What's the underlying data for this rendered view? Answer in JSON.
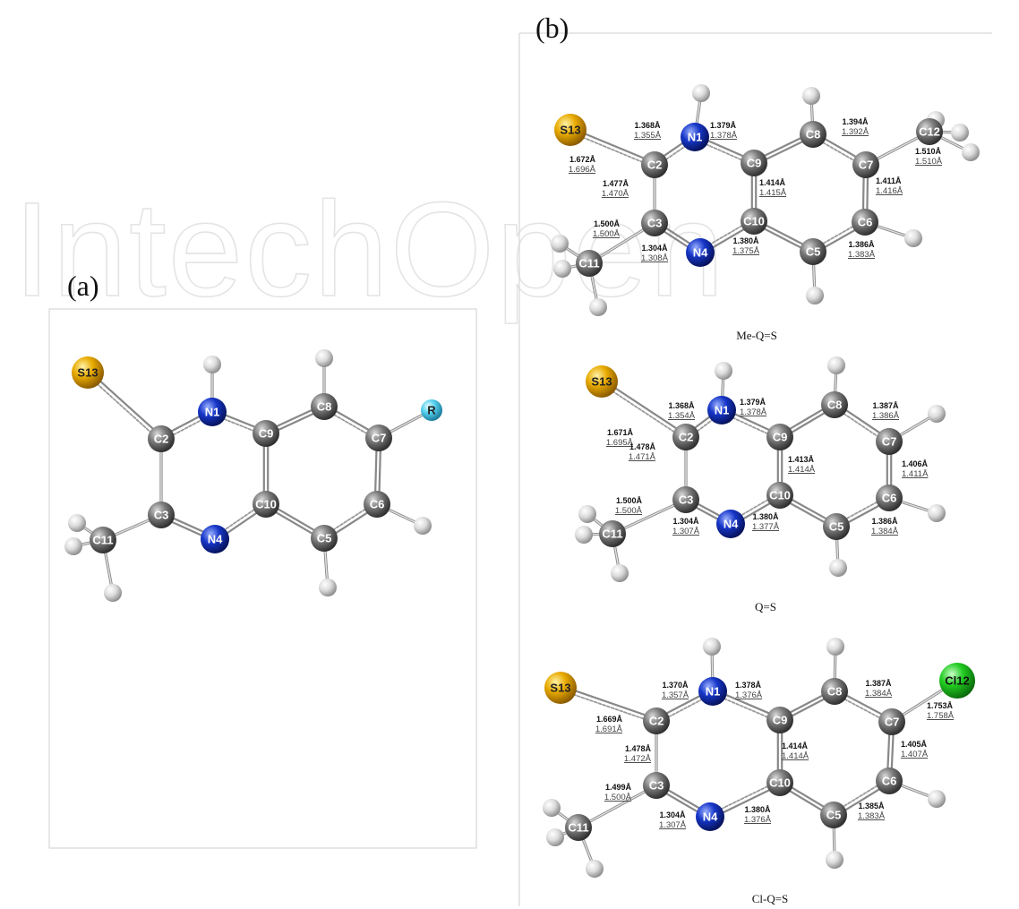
{
  "watermark": "IntechOpen",
  "colors": {
    "carbon": "#6e6e6e",
    "nitrogen": "#1030b0",
    "sulfur": "#e0a400",
    "chlorine": "#22cc22",
    "r_group": "#55d0ee",
    "hydrogen": "#d8d8d8"
  },
  "panels": [
    {
      "id": "a",
      "label": "(a)",
      "caption": "",
      "atoms": [
        {
          "id": "S13",
          "label": "S13",
          "el": "S"
        },
        {
          "id": "N1",
          "label": "N1",
          "el": "N"
        },
        {
          "id": "C8",
          "label": "C8",
          "el": "C"
        },
        {
          "id": "R",
          "label": "R",
          "el": "R"
        },
        {
          "id": "C2",
          "label": "C2",
          "el": "C"
        },
        {
          "id": "C9",
          "label": "C9",
          "el": "C"
        },
        {
          "id": "C7",
          "label": "C7",
          "el": "C"
        },
        {
          "id": "C3",
          "label": "C3",
          "el": "C"
        },
        {
          "id": "C10",
          "label": "C10",
          "el": "C"
        },
        {
          "id": "C6",
          "label": "C6",
          "el": "C"
        },
        {
          "id": "N4",
          "label": "N4",
          "el": "N"
        },
        {
          "id": "C5",
          "label": "C5",
          "el": "C"
        },
        {
          "id": "C11",
          "label": "C11",
          "el": "C"
        },
        {
          "id": "H1",
          "label": "",
          "el": "H"
        },
        {
          "id": "H8",
          "label": "",
          "el": "H"
        },
        {
          "id": "H6",
          "label": "",
          "el": "H"
        },
        {
          "id": "H5",
          "label": "",
          "el": "H"
        },
        {
          "id": "Ha",
          "label": "",
          "el": "H"
        },
        {
          "id": "Hb",
          "label": "",
          "el": "H"
        },
        {
          "id": "Hc",
          "label": "",
          "el": "H"
        }
      ],
      "bonds": [
        [
          "S13",
          "C2",
          "ds"
        ],
        [
          "C2",
          "N1",
          "ds"
        ],
        [
          "N1",
          "C9",
          "ds"
        ],
        [
          "C9",
          "C8",
          "d"
        ],
        [
          "C8",
          "C7",
          "ds"
        ],
        [
          "C7",
          "R",
          "s"
        ],
        [
          "C7",
          "C6",
          "d"
        ],
        [
          "C6",
          "C5",
          "ds"
        ],
        [
          "C5",
          "C10",
          "d"
        ],
        [
          "C10",
          "C9",
          "d"
        ],
        [
          "C10",
          "N4",
          "ds"
        ],
        [
          "N4",
          "C3",
          "d"
        ],
        [
          "C3",
          "C2",
          "s"
        ],
        [
          "C3",
          "C11",
          "s"
        ],
        [
          "N1",
          "H1",
          "s"
        ],
        [
          "C8",
          "H8",
          "s"
        ],
        [
          "C6",
          "H6",
          "s"
        ],
        [
          "C5",
          "H5",
          "s"
        ],
        [
          "C11",
          "Ha",
          "s"
        ],
        [
          "C11",
          "Hb",
          "s"
        ],
        [
          "C11",
          "Hc",
          "s"
        ]
      ],
      "bond_lengths": []
    },
    {
      "id": "b1",
      "label": "(b)",
      "caption": "Me-Q=S",
      "atoms": [
        {
          "id": "S13",
          "label": "S13",
          "el": "S"
        },
        {
          "id": "N1",
          "label": "N1",
          "el": "N"
        },
        {
          "id": "C8",
          "label": "C8",
          "el": "C"
        },
        {
          "id": "C12",
          "label": "C12",
          "el": "C"
        },
        {
          "id": "C2",
          "label": "C2",
          "el": "C"
        },
        {
          "id": "C9",
          "label": "C9",
          "el": "C"
        },
        {
          "id": "C7",
          "label": "C7",
          "el": "C"
        },
        {
          "id": "C3",
          "label": "C3",
          "el": "C"
        },
        {
          "id": "C10",
          "label": "C10",
          "el": "C"
        },
        {
          "id": "C6",
          "label": "C6",
          "el": "C"
        },
        {
          "id": "N4",
          "label": "N4",
          "el": "N"
        },
        {
          "id": "C5",
          "label": "C5",
          "el": "C"
        },
        {
          "id": "C11",
          "label": "C11",
          "el": "C"
        },
        {
          "id": "H1",
          "label": "",
          "el": "H"
        },
        {
          "id": "H8",
          "label": "",
          "el": "H"
        },
        {
          "id": "H6",
          "label": "",
          "el": "H"
        },
        {
          "id": "H5",
          "label": "",
          "el": "H"
        },
        {
          "id": "Ha",
          "label": "",
          "el": "H"
        },
        {
          "id": "Hb",
          "label": "",
          "el": "H"
        },
        {
          "id": "Hc",
          "label": "",
          "el": "H"
        },
        {
          "id": "Hd",
          "label": "",
          "el": "H"
        },
        {
          "id": "He",
          "label": "",
          "el": "H"
        },
        {
          "id": "Hf",
          "label": "",
          "el": "H"
        }
      ],
      "bonds": [
        [
          "S13",
          "C2",
          "ds"
        ],
        [
          "C2",
          "N1",
          "ds"
        ],
        [
          "N1",
          "C9",
          "ds"
        ],
        [
          "C9",
          "C8",
          "d"
        ],
        [
          "C8",
          "C7",
          "ds"
        ],
        [
          "C7",
          "C12",
          "s"
        ],
        [
          "C7",
          "C6",
          "d"
        ],
        [
          "C6",
          "C5",
          "ds"
        ],
        [
          "C5",
          "C10",
          "d"
        ],
        [
          "C10",
          "C9",
          "d"
        ],
        [
          "C10",
          "N4",
          "ds"
        ],
        [
          "N4",
          "C3",
          "d"
        ],
        [
          "C3",
          "C2",
          "s"
        ],
        [
          "C3",
          "C11",
          "s"
        ],
        [
          "N1",
          "H1",
          "s"
        ],
        [
          "C8",
          "H8",
          "s"
        ],
        [
          "C6",
          "H6",
          "s"
        ],
        [
          "C5",
          "H5",
          "s"
        ],
        [
          "C11",
          "Ha",
          "s"
        ],
        [
          "C11",
          "Hb",
          "s"
        ],
        [
          "C11",
          "Hc",
          "s"
        ],
        [
          "C12",
          "Hd",
          "s"
        ],
        [
          "C12",
          "He",
          "s"
        ],
        [
          "C12",
          "Hf",
          "s"
        ]
      ],
      "bond_lengths": [
        {
          "bond": "C2-N1",
          "calc": "1.368Å",
          "exp": "1.355Å"
        },
        {
          "bond": "N1-C9",
          "calc": "1.379Å",
          "exp": "1.378Å"
        },
        {
          "bond": "C8-C7",
          "calc": "1.394Å",
          "exp": "1.392Å"
        },
        {
          "bond": "S13-C2",
          "calc": "1.672Å",
          "exp": "1.696Å"
        },
        {
          "bond": "C7-C12",
          "calc": "1.510Å",
          "exp": "1.510Å"
        },
        {
          "bond": "C2-C3",
          "calc": "1.477Å",
          "exp": "1.470Å"
        },
        {
          "bond": "C9-C10",
          "calc": "1.414Å",
          "exp": "1.415Å"
        },
        {
          "bond": "C7-C6",
          "calc": "1.411Å",
          "exp": "1.416Å"
        },
        {
          "bond": "C3-C11",
          "calc": "1.500Å",
          "exp": "1.500Å"
        },
        {
          "bond": "C3-N4",
          "calc": "1.304Å",
          "exp": "1.308Å"
        },
        {
          "bond": "N4-C10",
          "calc": "1.380Å",
          "exp": "1.375Å"
        },
        {
          "bond": "C6-C5",
          "calc": "1.386Å",
          "exp": "1.383Å"
        }
      ]
    },
    {
      "id": "b2",
      "label": "",
      "caption": "Q=S",
      "atoms": [
        {
          "id": "S13",
          "label": "S13",
          "el": "S"
        },
        {
          "id": "N1",
          "label": "N1",
          "el": "N"
        },
        {
          "id": "C8",
          "label": "C8",
          "el": "C"
        },
        {
          "id": "C2",
          "label": "C2",
          "el": "C"
        },
        {
          "id": "C9",
          "label": "C9",
          "el": "C"
        },
        {
          "id": "C7",
          "label": "C7",
          "el": "C"
        },
        {
          "id": "C3",
          "label": "C3",
          "el": "C"
        },
        {
          "id": "C10",
          "label": "C10",
          "el": "C"
        },
        {
          "id": "C6",
          "label": "C6",
          "el": "C"
        },
        {
          "id": "N4",
          "label": "N4",
          "el": "N"
        },
        {
          "id": "C5",
          "label": "C5",
          "el": "C"
        },
        {
          "id": "C11",
          "label": "C11",
          "el": "C"
        },
        {
          "id": "H1",
          "label": "",
          "el": "H"
        },
        {
          "id": "H8",
          "label": "",
          "el": "H"
        },
        {
          "id": "H7",
          "label": "",
          "el": "H"
        },
        {
          "id": "H6",
          "label": "",
          "el": "H"
        },
        {
          "id": "H5",
          "label": "",
          "el": "H"
        },
        {
          "id": "Ha",
          "label": "",
          "el": "H"
        },
        {
          "id": "Hb",
          "label": "",
          "el": "H"
        },
        {
          "id": "Hc",
          "label": "",
          "el": "H"
        }
      ],
      "bonds": [
        [
          "S13",
          "C2",
          "ds"
        ],
        [
          "C2",
          "N1",
          "ds"
        ],
        [
          "N1",
          "C9",
          "ds"
        ],
        [
          "C9",
          "C8",
          "d"
        ],
        [
          "C8",
          "C7",
          "ds"
        ],
        [
          "C7",
          "H7",
          "s"
        ],
        [
          "C7",
          "C6",
          "d"
        ],
        [
          "C6",
          "C5",
          "ds"
        ],
        [
          "C5",
          "C10",
          "d"
        ],
        [
          "C10",
          "C9",
          "d"
        ],
        [
          "C10",
          "N4",
          "ds"
        ],
        [
          "N4",
          "C3",
          "d"
        ],
        [
          "C3",
          "C2",
          "s"
        ],
        [
          "C3",
          "C11",
          "s"
        ],
        [
          "N1",
          "H1",
          "s"
        ],
        [
          "C8",
          "H8",
          "s"
        ],
        [
          "C6",
          "H6",
          "s"
        ],
        [
          "C5",
          "H5",
          "s"
        ],
        [
          "C11",
          "Ha",
          "s"
        ],
        [
          "C11",
          "Hb",
          "s"
        ],
        [
          "C11",
          "Hc",
          "s"
        ]
      ],
      "bond_lengths": [
        {
          "bond": "C2-N1",
          "calc": "1.368Å",
          "exp": "1.354Å"
        },
        {
          "bond": "N1-C9",
          "calc": "1.379Å",
          "exp": "1.378Å"
        },
        {
          "bond": "C8-C7",
          "calc": "1.387Å",
          "exp": "1.386Å"
        },
        {
          "bond": "S13-C2",
          "calc": "1.671Å",
          "exp": "1.695Å"
        },
        {
          "bond": "C2-C3",
          "calc": "1.478Å",
          "exp": "1.471Å"
        },
        {
          "bond": "C9-C10",
          "calc": "1.413Å",
          "exp": "1.414Å"
        },
        {
          "bond": "C7-C6",
          "calc": "1.406Å",
          "exp": "1.411Å"
        },
        {
          "bond": "C3-C11",
          "calc": "1.500Å",
          "exp": "1.500Å"
        },
        {
          "bond": "C3-N4",
          "calc": "1.304Å",
          "exp": "1.307Å"
        },
        {
          "bond": "N4-C10",
          "calc": "1.380Å",
          "exp": "1.377Å"
        },
        {
          "bond": "C6-C5",
          "calc": "1.386Å",
          "exp": "1.384Å"
        }
      ]
    },
    {
      "id": "b3",
      "label": "",
      "caption": "Cl-Q=S",
      "atoms": [
        {
          "id": "S13",
          "label": "S13",
          "el": "S"
        },
        {
          "id": "N1",
          "label": "N1",
          "el": "N"
        },
        {
          "id": "C8",
          "label": "C8",
          "el": "C"
        },
        {
          "id": "Cl12",
          "label": "Cl12",
          "el": "Cl"
        },
        {
          "id": "C2",
          "label": "C2",
          "el": "C"
        },
        {
          "id": "C9",
          "label": "C9",
          "el": "C"
        },
        {
          "id": "C7",
          "label": "C7",
          "el": "C"
        },
        {
          "id": "C3",
          "label": "C3",
          "el": "C"
        },
        {
          "id": "C10",
          "label": "C10",
          "el": "C"
        },
        {
          "id": "C6",
          "label": "C6",
          "el": "C"
        },
        {
          "id": "N4",
          "label": "N4",
          "el": "N"
        },
        {
          "id": "C5",
          "label": "C5",
          "el": "C"
        },
        {
          "id": "C11",
          "label": "C11",
          "el": "C"
        },
        {
          "id": "H1",
          "label": "",
          "el": "H"
        },
        {
          "id": "H8",
          "label": "",
          "el": "H"
        },
        {
          "id": "H6",
          "label": "",
          "el": "H"
        },
        {
          "id": "H5",
          "label": "",
          "el": "H"
        },
        {
          "id": "Ha",
          "label": "",
          "el": "H"
        },
        {
          "id": "Hb",
          "label": "",
          "el": "H"
        },
        {
          "id": "Hc",
          "label": "",
          "el": "H"
        }
      ],
      "bonds": [
        [
          "S13",
          "C2",
          "ds"
        ],
        [
          "C2",
          "N1",
          "ds"
        ],
        [
          "N1",
          "C9",
          "ds"
        ],
        [
          "C9",
          "C8",
          "d"
        ],
        [
          "C8",
          "C7",
          "ds"
        ],
        [
          "C7",
          "Cl12",
          "s"
        ],
        [
          "C7",
          "C6",
          "d"
        ],
        [
          "C6",
          "C5",
          "ds"
        ],
        [
          "C5",
          "C10",
          "d"
        ],
        [
          "C10",
          "C9",
          "d"
        ],
        [
          "C10",
          "N4",
          "ds"
        ],
        [
          "N4",
          "C3",
          "d"
        ],
        [
          "C3",
          "C2",
          "s"
        ],
        [
          "C3",
          "C11",
          "s"
        ],
        [
          "N1",
          "H1",
          "s"
        ],
        [
          "C8",
          "H8",
          "s"
        ],
        [
          "C6",
          "H6",
          "s"
        ],
        [
          "C5",
          "H5",
          "s"
        ],
        [
          "C11",
          "Ha",
          "s"
        ],
        [
          "C11",
          "Hb",
          "s"
        ],
        [
          "C11",
          "Hc",
          "s"
        ]
      ],
      "bond_lengths": [
        {
          "bond": "C2-N1",
          "calc": "1.370Å",
          "exp": "1.357Å"
        },
        {
          "bond": "N1-C9",
          "calc": "1.378Å",
          "exp": "1.376Å"
        },
        {
          "bond": "C8-C7",
          "calc": "1.387Å",
          "exp": "1.384Å"
        },
        {
          "bond": "S13-C2",
          "calc": "1.669Å",
          "exp": "1.691Å"
        },
        {
          "bond": "C7-Cl12",
          "calc": "1.753Å",
          "exp": "1.758Å"
        },
        {
          "bond": "C2-C3",
          "calc": "1.478Å",
          "exp": "1.472Å"
        },
        {
          "bond": "C9-C10",
          "calc": "1.414Å",
          "exp": "1.414Å"
        },
        {
          "bond": "C7-C6",
          "calc": "1.405Å",
          "exp": "1.407Å"
        },
        {
          "bond": "C3-C11",
          "calc": "1.499Å",
          "exp": "1.500Å"
        },
        {
          "bond": "C3-N4",
          "calc": "1.304Å",
          "exp": "1.307Å"
        },
        {
          "bond": "N4-C10",
          "calc": "1.380Å",
          "exp": "1.376Å"
        },
        {
          "bond": "C6-C5",
          "calc": "1.385Å",
          "exp": "1.383Å"
        }
      ]
    }
  ]
}
